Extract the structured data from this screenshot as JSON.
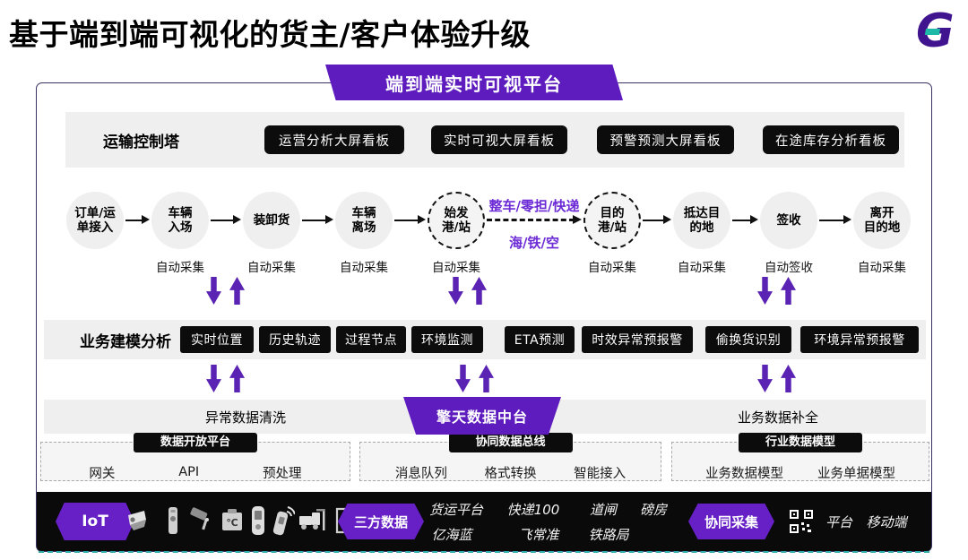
{
  "title": "基于端到端可视化的货主/客户体验升级",
  "logo": {
    "letter": "G"
  },
  "banner": {
    "label": "端到端实时可视平台"
  },
  "control_tower": {
    "label": "运输控制塔",
    "boards": [
      "运营分析大屏看板",
      "实时可视大屏看板",
      "预警预测大屏看板",
      "在途库存分析看板"
    ]
  },
  "flow": {
    "nodes": [
      {
        "label": "订单/运\n单接入",
        "sub": ""
      },
      {
        "label": "车辆\n入场",
        "sub": "自动采集"
      },
      {
        "label": "装卸货",
        "sub": "自动采集"
      },
      {
        "label": "车辆\n离场",
        "sub": "自动采集"
      },
      {
        "label": "始发\n港/站",
        "sub": "自动采集"
      },
      {
        "label": "目的\n港/站",
        "sub": "自动采集"
      },
      {
        "label": "抵达目\n的地",
        "sub": "自动采集"
      },
      {
        "label": "签收",
        "sub": "自动签收"
      },
      {
        "label": "离开\n目的地",
        "sub": "自动采集"
      }
    ],
    "route_top": "整车/零担/快递",
    "route_bottom": "海/铁/空"
  },
  "modeling": {
    "label": "业务建模分析",
    "chips": [
      "实时位置",
      "历史轨迹",
      "过程节点",
      "环境监测",
      "ETA预测",
      "时效异常预报警",
      "偷换货识别",
      "环境异常预报警"
    ]
  },
  "data_mid": {
    "left": "异常数据清洗",
    "center": "擎天数据中台",
    "right": "业务数据补全"
  },
  "boxes": [
    {
      "title": "数据开放平台",
      "items": [
        "网关",
        "API",
        "预处理"
      ]
    },
    {
      "title": "协同数据总线",
      "items": [
        "消息队列",
        "格式转换",
        "智能接入"
      ]
    },
    {
      "title": "行业数据模型",
      "items": [
        "业务数据模型",
        "业务单据模型"
      ]
    }
  ],
  "bottom": {
    "iot_label": "IoT",
    "temp_unit": "℃",
    "icons": [
      "video-camera",
      "rfid-reader",
      "cctv-camera",
      "temperature-recorder",
      "handheld-terminal",
      "gps-tracker",
      "vehicle-gate",
      "document-scanner",
      "qr-code"
    ],
    "third_party_label": "三方数据",
    "tp_row1": [
      "货运平台",
      "快递100",
      "道闸",
      "磅房"
    ],
    "tp_row2": [
      "亿海蓝",
      "飞常准",
      "铁路局"
    ],
    "collab_label": "协同采集",
    "collab_items": [
      "平台",
      "移动端"
    ]
  },
  "colors": {
    "purple": "#5E1CBE",
    "purple_arrow": "#5A23B4",
    "purple_logo": "#41148F",
    "teal": "#1FB9A8",
    "black": "#0A0A0A",
    "gray_bg": "#EFEFEF"
  }
}
